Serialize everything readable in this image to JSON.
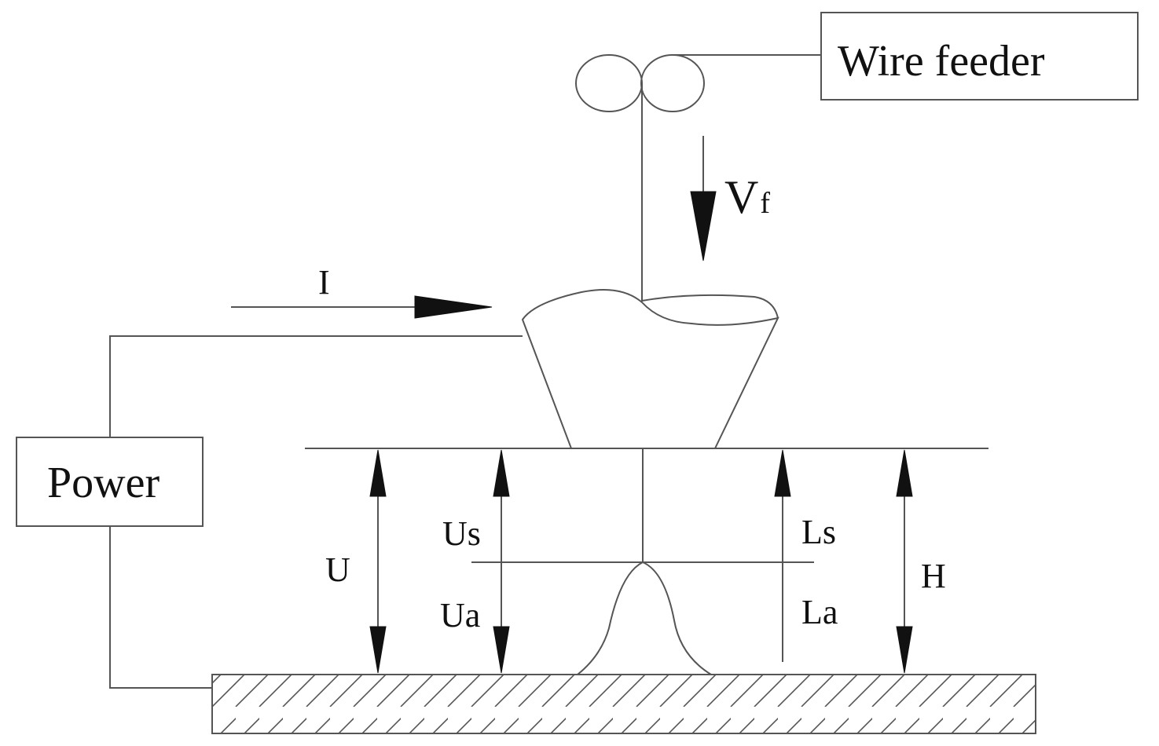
{
  "labels": {
    "wire_feeder": "Wire feeder",
    "power": "Power",
    "vf_main": "V",
    "vf_sub": "f",
    "current": "I",
    "voltage_total": "U",
    "voltage_sheath": "Us",
    "voltage_arc": "Ua",
    "length_sheath": "Ls",
    "length_arc": "La",
    "height": "H"
  },
  "colors": {
    "line": "#555555",
    "arrow": "#111111",
    "background": "#ffffff"
  }
}
